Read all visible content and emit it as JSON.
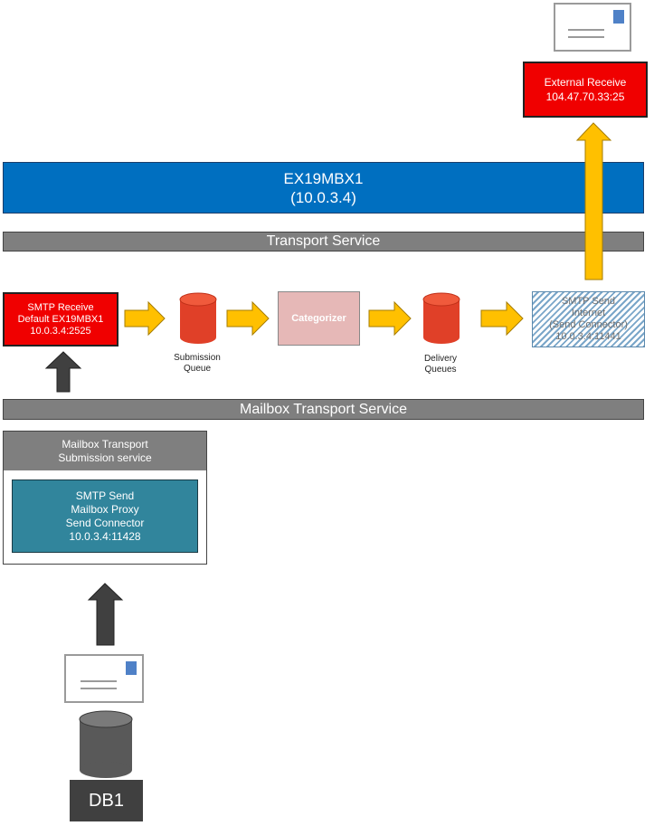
{
  "external_receive": {
    "line1": "External Receive",
    "line2": "104.47.70.33:25"
  },
  "server_banner": {
    "line1": "EX19MBX1",
    "line2": "(10.0.3.4)"
  },
  "transport_service_label": "Transport Service",
  "mailbox_transport_service_label": "Mailbox Transport Service",
  "smtp_receive": {
    "line1": "SMTP Receive",
    "line2": "Default EX19MBX1",
    "line3": "10.0.3.4:2525"
  },
  "submission_queue": {
    "line1": "Submission",
    "line2": "Queue"
  },
  "categorizer_label": "Categorizer",
  "delivery_queues": {
    "line1": "Delivery",
    "line2": "Queues"
  },
  "smtp_send_internet": {
    "line1": "SMTP Send",
    "line2": "Internet",
    "line3": "(Send Connector)",
    "line4": "10.0.3.4:11441"
  },
  "submission_service": {
    "line1": "Mailbox Transport",
    "line2": "Submission service"
  },
  "smtp_send_proxy": {
    "line1": "SMTP Send",
    "line2": "Mailbox Proxy",
    "line3": "Send Connector",
    "line4": "10.0.3.4:11428"
  },
  "database_label": "DB1",
  "colors": {
    "red_box": "#f00000",
    "banner_blue": "#006fc0",
    "service_bar_gray": "#7f7f7f",
    "queue_red": "#e04028",
    "arrow_yellow": "#ffc000",
    "arrow_dark": "#404040",
    "categorizer_pink": "#e6b8b7",
    "connector_teal": "#31859c",
    "db_gray": "#595959"
  },
  "icons": [
    "envelope-icon",
    "queue-cylinder-icon",
    "database-cylinder-icon",
    "flow-arrow-icon"
  ]
}
